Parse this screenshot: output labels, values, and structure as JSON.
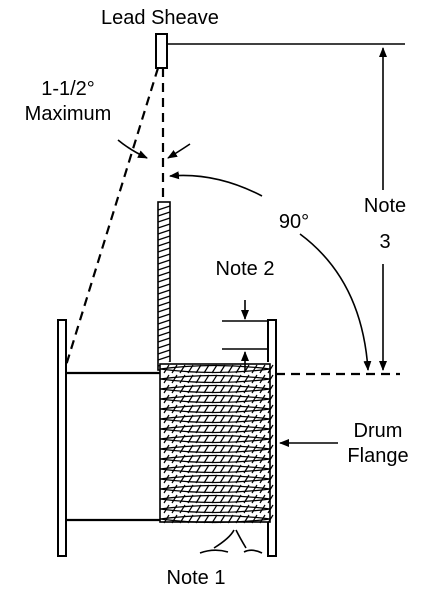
{
  "labels": {
    "lead_sheave": "Lead Sheave",
    "fleet_angle_line1": "1-1/2°",
    "fleet_angle_line2": "Maximum",
    "right_angle": "90°",
    "note_3_line1": "Note",
    "note_3_line2": "3",
    "note_2": "Note 2",
    "drum_flange_line1": "Drum",
    "drum_flange_line2": "Flange",
    "note_1": "Note 1"
  },
  "colors": {
    "ink": "#000000",
    "background": "#ffffff"
  }
}
